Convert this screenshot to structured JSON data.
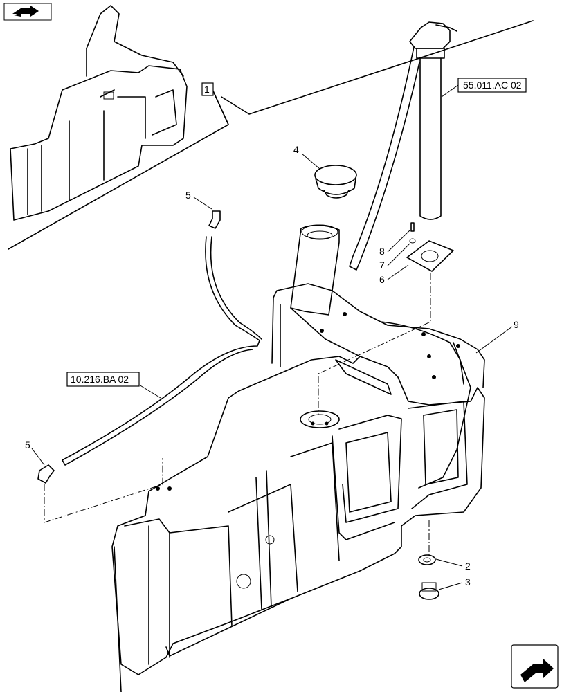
{
  "references": {
    "assembly": "1",
    "sender_ref": "55.011.AC 02",
    "hose_ref": "10.216.BA 02"
  },
  "callouts": {
    "c2": "2",
    "c3": "3",
    "c4": "4",
    "c5a": "5",
    "c5b": "5",
    "c6": "6",
    "c7": "7",
    "c8": "8",
    "c9": "9"
  },
  "icons": {
    "top_left": "previous-page-arrow-icon",
    "bottom_right": "next-page-arrow-icon"
  },
  "colors": {
    "line": "#000000",
    "background": "#ffffff"
  }
}
